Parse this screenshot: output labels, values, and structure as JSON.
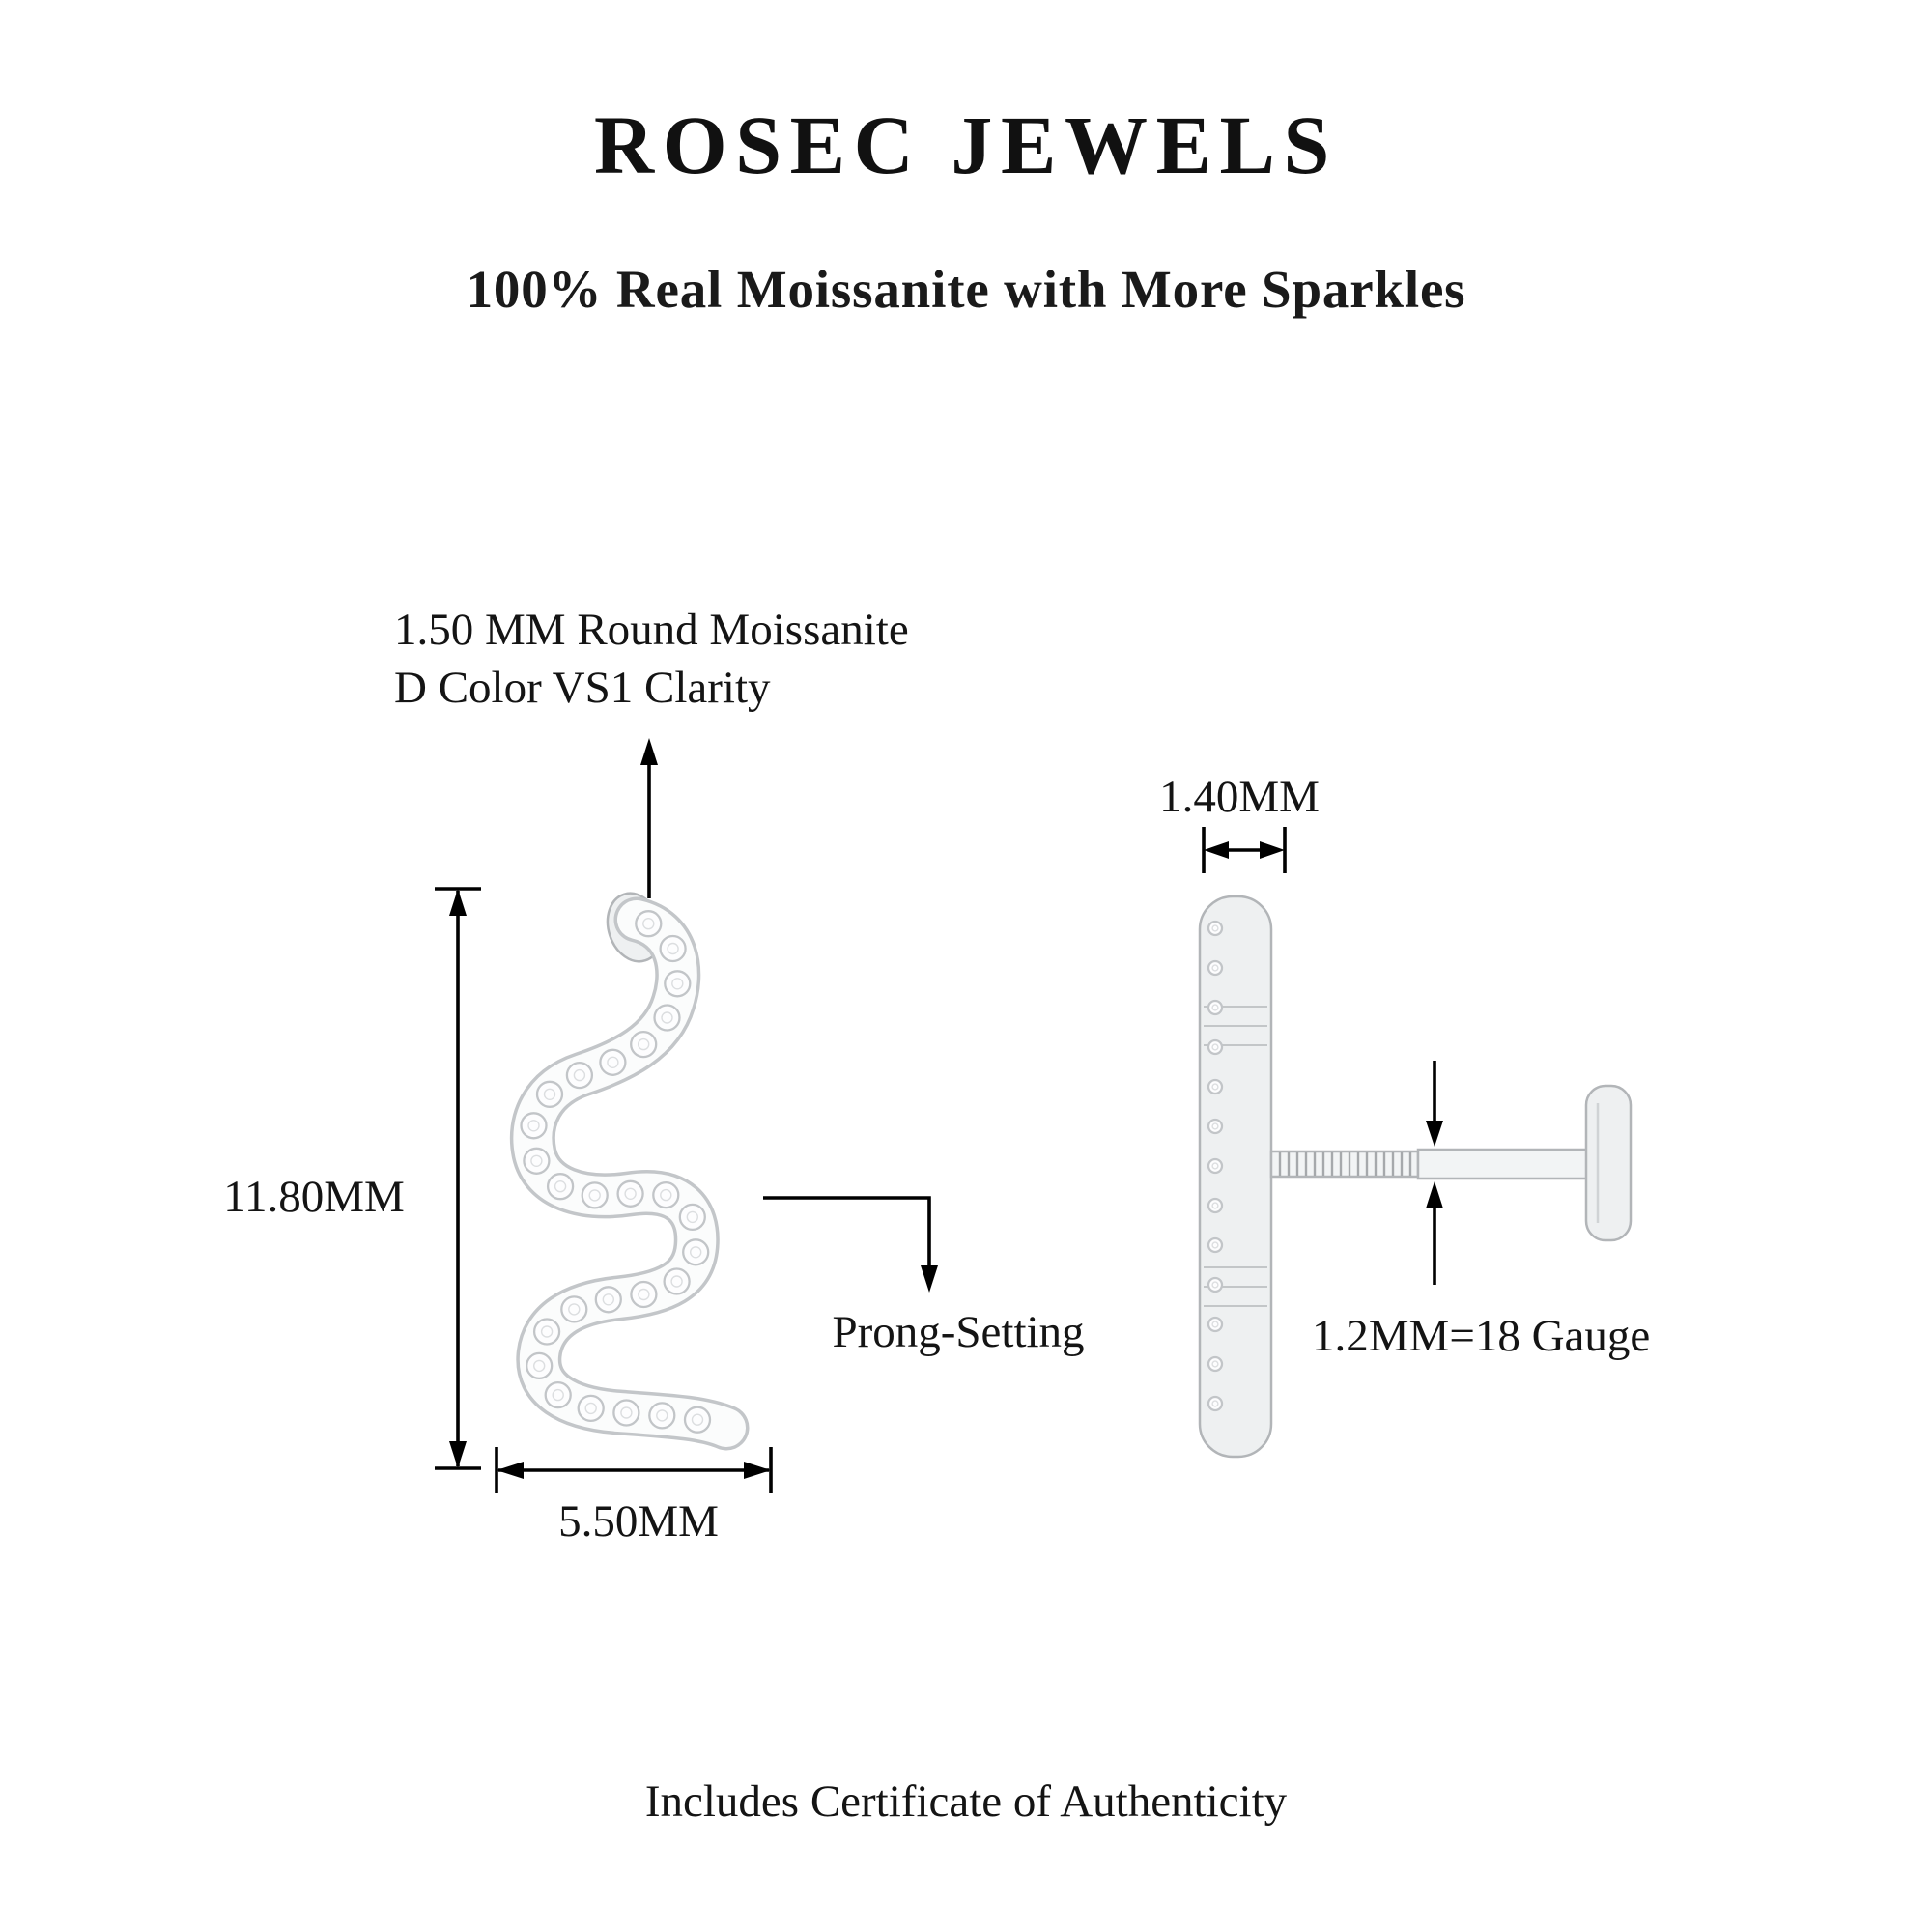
{
  "header": {
    "brand": "ROSEC JEWELS",
    "tagline": "100% Real Moissanite with More Sparkles"
  },
  "diagram": {
    "stone_note_line1": "1.50 MM Round Moissanite",
    "stone_note_line2": "D Color VS1 Clarity",
    "height_dim": "11.80MM",
    "width_dim": "5.50MM",
    "prong_label": "Prong-Setting",
    "post_top_dim": "1.40MM",
    "post_gauge": "1.2MM=18 Gauge"
  },
  "footer": {
    "note": "Includes Certificate of Authenticity"
  },
  "colors": {
    "text": "#141414",
    "line": "#000000",
    "metal_fill": "#eef0f1",
    "metal_stroke": "#b2b5b8",
    "stone_stroke": "#c2c5c8",
    "background": "#ffffff"
  }
}
